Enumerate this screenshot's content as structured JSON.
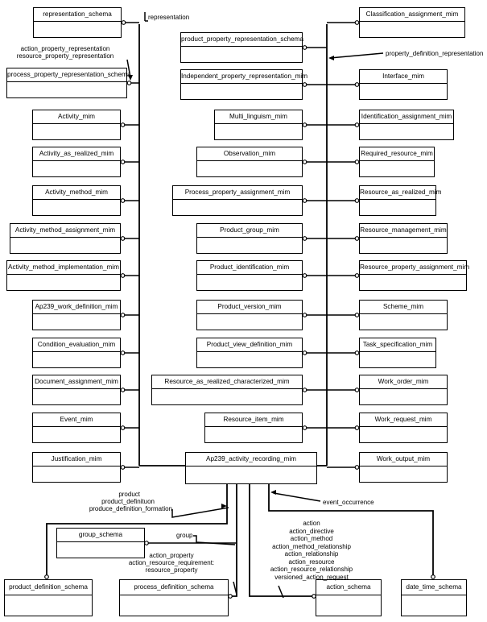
{
  "schemas": {
    "representation_schema": "representation_schema",
    "process_property_representation_schema": "process_property_representation_schema",
    "Activity_mim": "Activity_mim",
    "Activity_as_realized_mim": "Activity_as_realized_mim",
    "Activity_method_mim": "Activity_method_mim",
    "Activity_method_assignment_mim": "Activity_method_assignment_mim",
    "Activity_method_implementation_mim": "Activity_method_implementation_mim",
    "Ap239_work_definition_mim": "Ap239_work_definition_mim",
    "Condition_evaluation_mim": "Condition_evaluation_mim",
    "Document_assignment_mim": "Document_assignment_mim",
    "Event_mim": "Event_mim",
    "Justification_mim": "Justification_mim",
    "product_property_representation_schema": "product_property_representation_schema",
    "Independent_property_representation_mim": "Independent_property_representation_mim",
    "Multi_linguism_mim": "Multi_linguism_mim",
    "Observation_mim": "Observation_mim",
    "Process_property_assignment_mim": "Process_property_assignment_mim",
    "Product_group_mim": "Product_group_mim",
    "Product_identification_mim": "Product_identification_mim",
    "Product_version_mim": "Product_version_mim",
    "Product_view_definition_mim": "Product_view_definition_mim",
    "Resource_as_realized_characterized_mim": "Resource_as_realized_characterized_mim",
    "Resource_item_mim": "Resource_item_mim",
    "Classification_assignment_mim": "Classification_assignment_mim",
    "Interface_mim": "Interface_mim",
    "Identification_assignment_mim": "Identification_assignment_mim",
    "Required_resource_mim": "Required_resource_mim",
    "Resource_as_realized_mim": "Resource_as_realized_mim",
    "Resource_management_mim": "Resource_management_mim",
    "Resource_property_assignment_mim": "Resource_property_assignment_mim",
    "Scheme_mim": "Scheme_mim",
    "Task_specification_mim": "Task_specification_mim",
    "Work_order_mim": "Work_order_mim",
    "Work_request_mim": "Work_request_mim",
    "Work_output_mim": "Work_output_mim",
    "Ap239_activity_recording_mim": "Ap239_activity_recording_mim",
    "group_schema": "group_schema",
    "product_definition_schema": "product_definition_schema",
    "process_definition_schema": "process_definition_schema",
    "action_schema": "action_schema",
    "date_time_schema": "date_time_schema"
  },
  "labels": {
    "representation": "representation",
    "action_property_representation": "action_property_representation",
    "resource_property_representation": "resource_property_representation",
    "property_definition_representation": "property_definition_representation",
    "product": "product",
    "product_definition": "product_definituon",
    "produce_definition_formation": "produce_definition_formation",
    "event_occurrence": "event_occurrence",
    "group": "group",
    "action_property": "action_property",
    "action_resource_requirement": "action_resource_requirement:",
    "resource_property": "resource_property",
    "action_list": [
      "action",
      "action_directive",
      "action_method",
      "action_method_relationship",
      "action_relationship",
      "action_resource",
      "action_resource_relationship",
      "versioned_action_request"
    ]
  }
}
